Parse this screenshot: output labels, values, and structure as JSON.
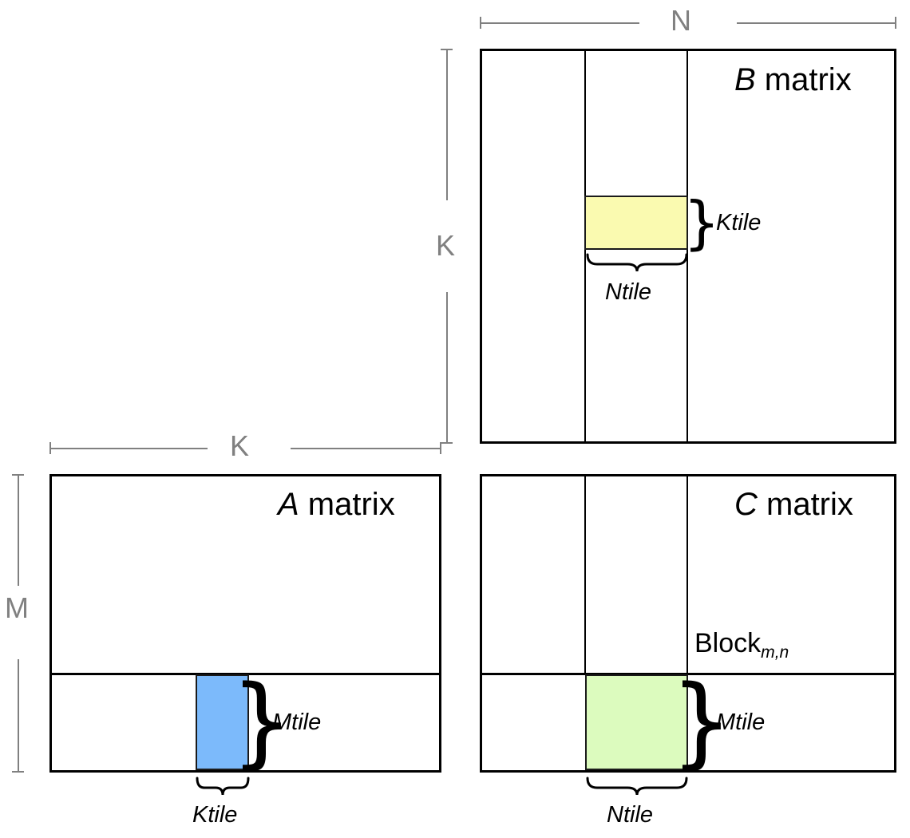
{
  "diagram": {
    "title": "Tiled matrix multiplication (GEMM) blocking diagram",
    "colors": {
      "outline": "#000000",
      "dimension_bar": "#808080",
      "b_column_band": "#FDFDEE",
      "b_ktile_fill": "#FAFAB0",
      "a_row_band": "#E8F2FD",
      "a_ktile_fill": "#7CBAFB",
      "c_tile_fill": "#DCFBBE",
      "background": "#FFFFFF"
    }
  },
  "dimensions": {
    "n": "N",
    "k_top": "K",
    "k_side": "K",
    "m": "M"
  },
  "matrices": {
    "a": {
      "name_italic": "A",
      "name_rest": " matrix",
      "tile_row_label": "Mtile",
      "tile_col_label": "Ktile"
    },
    "b": {
      "name_italic": "B",
      "name_rest": " matrix",
      "tile_row_label": "Ktile",
      "tile_col_label": "Ntile"
    },
    "c": {
      "name_italic": "C",
      "name_rest": " matrix",
      "block_name": "Block",
      "block_subscript": "m,n",
      "tile_row_label": "Mtile",
      "tile_col_label": "Ntile"
    }
  },
  "braces": {
    "glyph": "}"
  }
}
